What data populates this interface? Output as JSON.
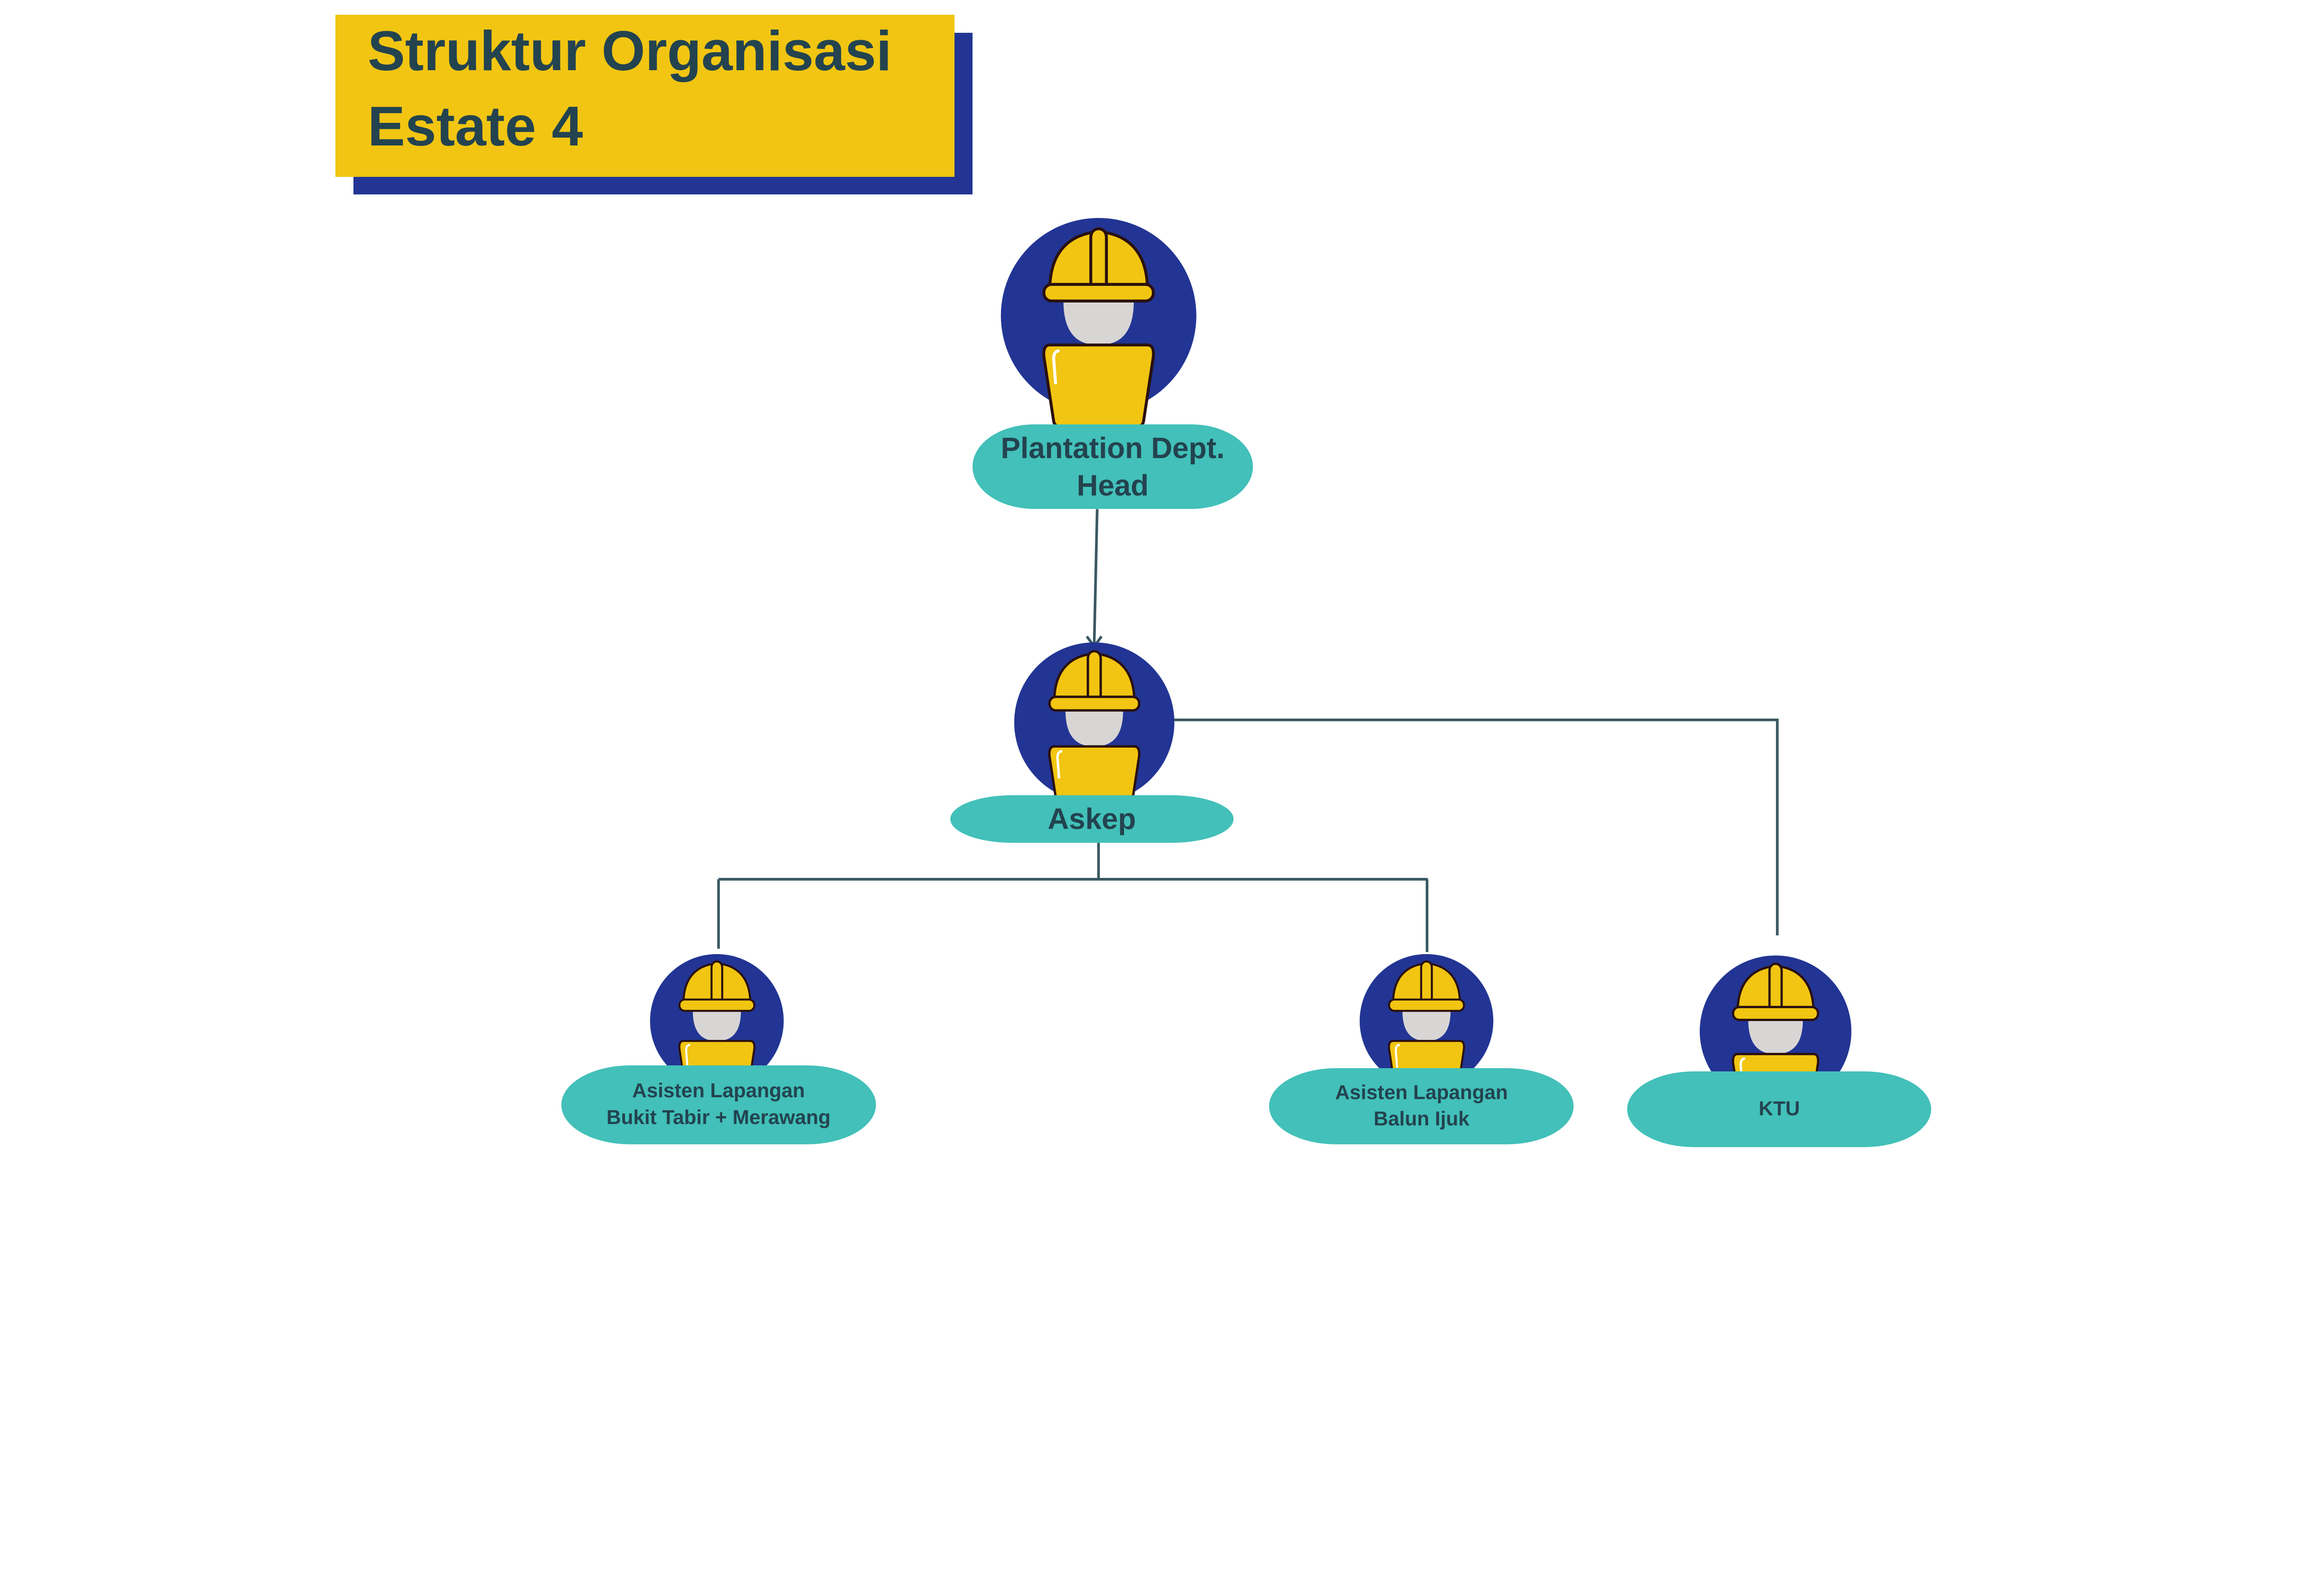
{
  "title": {
    "line1": "Struktur Organisasi",
    "line2": "Estate 4"
  },
  "colors": {
    "yellow": "#F1C511",
    "navy": "#223594",
    "teal": "#42C0B9",
    "text": "#23434F",
    "line": "#3A5963"
  },
  "nodes": {
    "head": {
      "line1": "Plantation Dept.",
      "line2": "Head",
      "icon": "worker-icon"
    },
    "askep": {
      "line1": "Askep",
      "icon": "worker-icon"
    },
    "asisten1": {
      "line1": "Asisten Lapangan",
      "line2": "Bukit Tabir + Merawang",
      "icon": "worker-icon"
    },
    "asisten2": {
      "line1": "Asisten Lapangan",
      "line2": "Balun Ijuk",
      "icon": "worker-icon"
    },
    "ktu": {
      "line1": "KTU",
      "icon": "worker-icon"
    }
  }
}
